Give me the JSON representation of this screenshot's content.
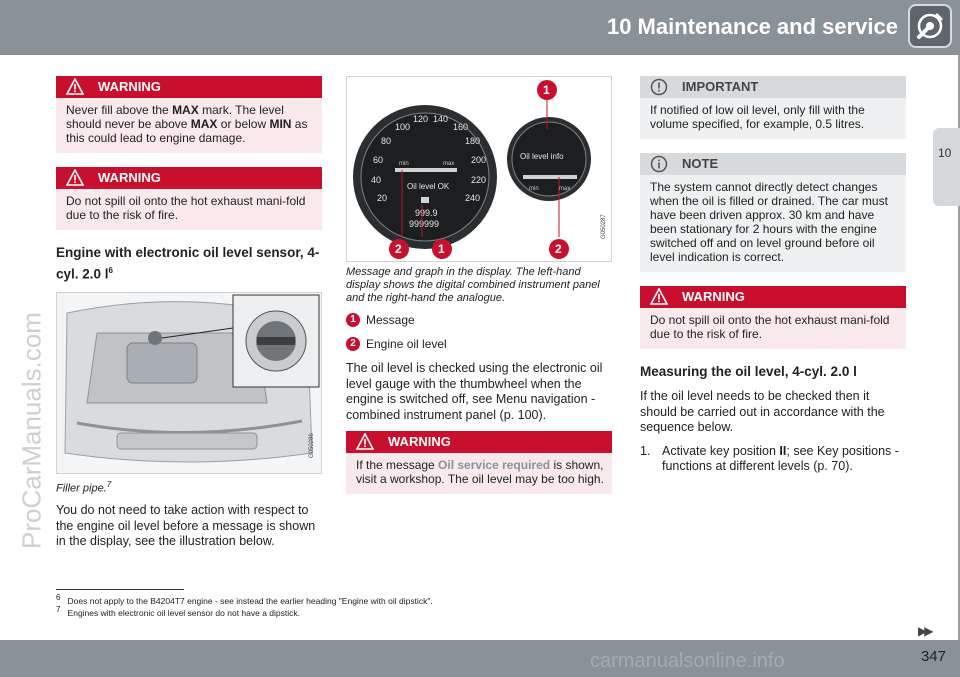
{
  "header": {
    "title": "10 Maintenance and service",
    "icon": "wrench-gear-icon"
  },
  "chapter_tab": "10",
  "footer": {
    "page_number": "347"
  },
  "watermarks": {
    "side": "ProCarManuals.com",
    "bottom": "carmanualsonline.info"
  },
  "col1": {
    "warning1": {
      "title": "WARNING",
      "parts": [
        "Never fill above the ",
        "MAX",
        " mark. The level should never be above ",
        "MAX",
        " or below ",
        "MIN",
        " as this could lead to engine damage."
      ]
    },
    "warning2": {
      "title": "WARNING",
      "text": "Do not spill oil onto the hot exhaust mani-fold due to the risk of fire."
    },
    "heading": "Engine with electronic oil level sensor, 4-cyl. 2.0 l",
    "heading_sup": "6",
    "figure_code": "G050286",
    "caption": "Filler pipe.",
    "caption_sup": "7",
    "body": "You do not need to take action with respect to the engine oil level before a message is shown in the display, see the illustration below."
  },
  "col2": {
    "figure": {
      "code": "G050287",
      "speed_ticks": [
        "20",
        "40",
        "60",
        "80",
        "100",
        "120",
        "140",
        "160",
        "180",
        "200",
        "220",
        "240"
      ],
      "gauge_min": "min",
      "gauge_max": "max",
      "oil_ok": "Oil level OK",
      "trip": "999.9",
      "odo": "999999",
      "right_msg": "Oil level info",
      "right_min": "min",
      "right_max": "max",
      "callouts": [
        "1",
        "2",
        "1",
        "2"
      ]
    },
    "caption": "Message and graph in the display. The left-hand display shows the digital combined instrument panel and the right-hand the analogue.",
    "legend": [
      {
        "num": "1",
        "label": "Message"
      },
      {
        "num": "2",
        "label": "Engine oil level"
      }
    ],
    "body": "The oil level is checked using the electronic oil level gauge with the thumbwheel when the engine is switched off, see Menu navigation - combined instrument panel (p. 100).",
    "warning": {
      "title": "WARNING",
      "pre": "If the message ",
      "highlight": "Oil service required",
      "post": " is shown, visit a workshop. The oil level may be too high."
    }
  },
  "col3": {
    "important": {
      "title": "IMPORTANT",
      "text": "If notified of low oil level, only fill with the volume specified, for example, 0.5 litres."
    },
    "note": {
      "title": "NOTE",
      "text": "The system cannot directly detect changes when the oil is filled or drained. The car must have been driven approx. 30 km and have been stationary for 2 hours with the engine switched off and on level ground before oil level indication is correct."
    },
    "warning": {
      "title": "WARNING",
      "text": "Do not spill oil onto the hot exhaust mani-fold due to the risk of fire."
    },
    "heading": "Measuring the oil level, 4-cyl. 2.0 l",
    "body": "If the oil level needs to be checked then it should be carried out in accordance with the sequence below.",
    "step": {
      "num": "1.",
      "pre": "Activate key position ",
      "bold": "II",
      "post": "; see Key positions - functions at different levels (p. 70)."
    }
  },
  "footnotes": [
    {
      "num": "6",
      "text": "Does not apply to the B4204T7 engine - see instead the earlier heading \"Engine with oil dipstick\"."
    },
    {
      "num": "7",
      "text": "Engines with electronic oil level sensor do not have a dipstick."
    }
  ],
  "colors": {
    "header": "#8a9299",
    "warning": "#c8102e",
    "warning_bg": "#f9e8ec",
    "note_bg": "#eef0f1",
    "highlight": "#8a9299"
  }
}
